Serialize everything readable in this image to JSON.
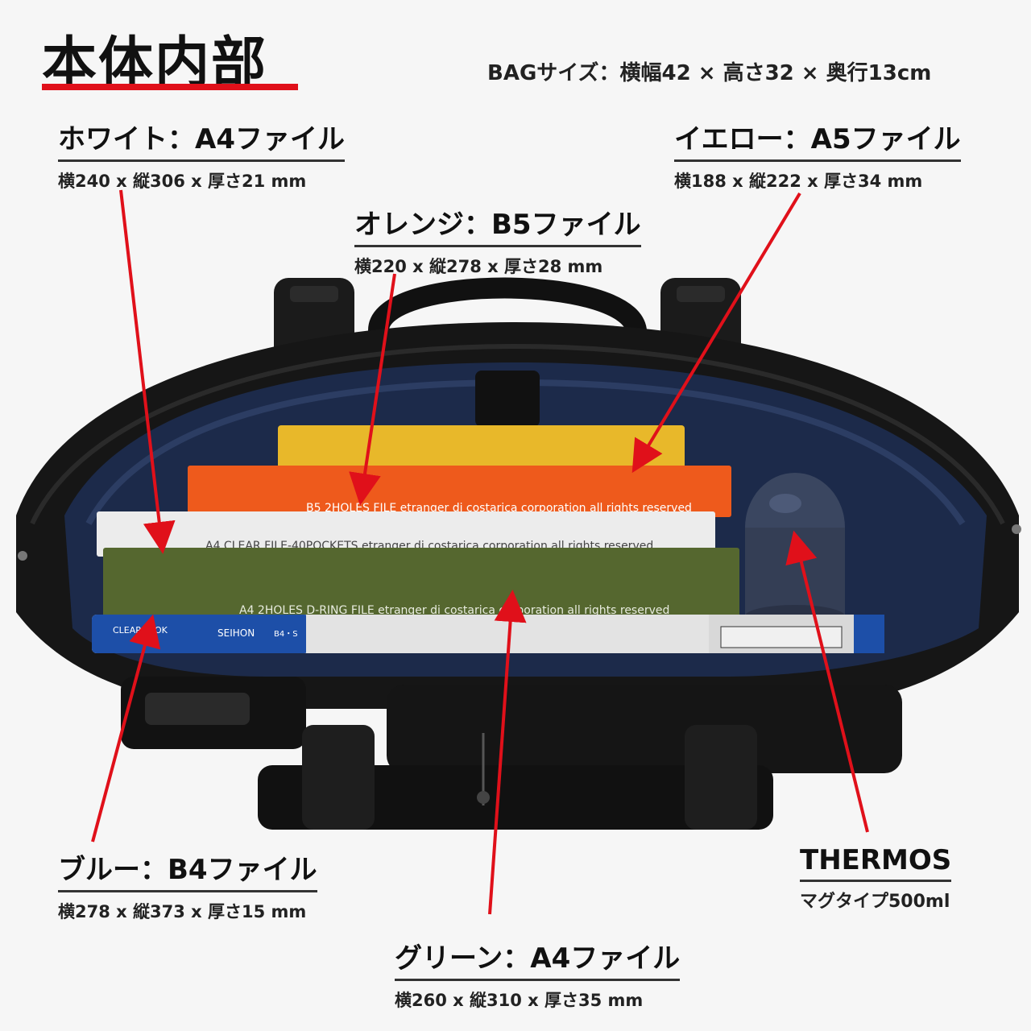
{
  "title": "本体内部",
  "bag_size": "BAGサイズ：横幅42 × 高さ32 × 奥行13cm",
  "labels": {
    "white": {
      "head": "ホワイト：A4ファイル",
      "dims": "横240 x 縦306 x 厚さ21 mm"
    },
    "yellow": {
      "head": "イエロー：A5ファイル",
      "dims": "横188 x 縦222 x 厚さ34 mm"
    },
    "orange": {
      "head": "オレンジ：B5ファイル",
      "dims": "横220 x 縦278 x 厚さ28 mm"
    },
    "blue": {
      "head": "ブルー：B4ファイル",
      "dims": "横278 x 縦373 x 厚さ15 mm"
    },
    "green": {
      "head": "グリーン：A4ファイル",
      "dims": "横260 x 縦310 x 厚さ35 mm"
    },
    "thermos": {
      "head": "THERMOS",
      "sub": "マグタイプ500ml"
    }
  },
  "file_spines": {
    "orange": "B5 2HOLES FILE etranger di costarica corporation all rights reserved",
    "white": "A4 CLEAR FILE-40POCKETS etranger di costarica corporation all rights reserved",
    "green": "A4 2HOLES D-RING FILE etranger di costarica corporation all rights reserved",
    "blue_brand": "CLEARBOOK",
    "blue_maker": "SEIHON",
    "blue_size": "B4・S"
  },
  "colors": {
    "accent_red": "#e0101a",
    "yellow_file": "#e8b82a",
    "orange_file": "#ee5a1c",
    "white_file": "#ececec",
    "green_file": "#55672f",
    "blue_file": "#1d4fa8",
    "lining_navy": "#1c2a4a",
    "bag_black": "#161616"
  }
}
